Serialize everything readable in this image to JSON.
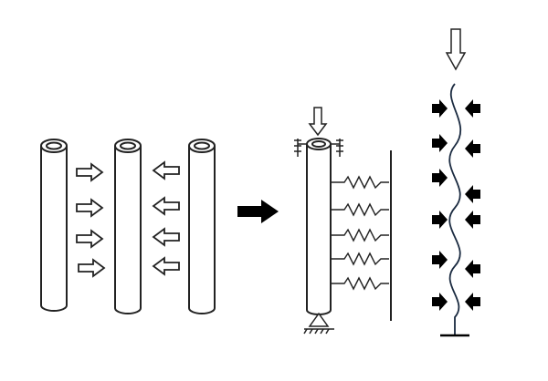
{
  "diagram": {
    "panels": [
      {
        "id": "left",
        "pipe_count": 3,
        "push_arrows_per_gap": 4,
        "arrow_style": "hollow"
      },
      {
        "id": "middle",
        "model": "column-with-springs",
        "spring_count": 5,
        "support": "pinned-base"
      },
      {
        "id": "right",
        "model": "buckled-wire",
        "arrow_rows": 6,
        "arrow_style": "solid"
      }
    ],
    "colors": {
      "stroke": "#222222",
      "background": "#ffffff",
      "solid": "#000000"
    },
    "icons": [
      "hollow-arrow-icon",
      "solid-arrow-icon",
      "spring-icon",
      "pin-support-icon",
      "fixed-base-icon"
    ]
  }
}
